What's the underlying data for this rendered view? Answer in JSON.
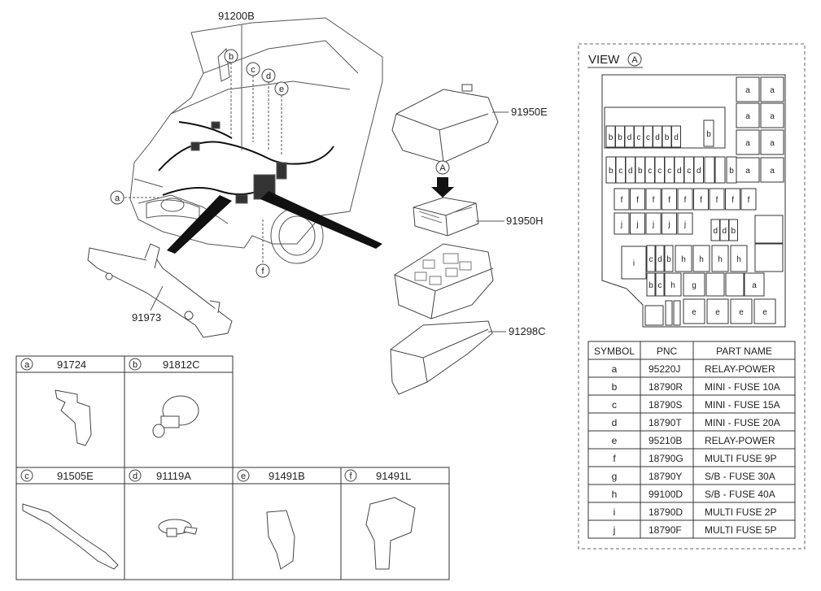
{
  "callouts": {
    "harness": "91200B",
    "cover": "91950E",
    "view_marker": "A",
    "relay_box": "91950H",
    "bracket": "91973",
    "lower_cover": "91298C"
  },
  "harness_letters": {
    "a": "a",
    "b": "b",
    "c": "c",
    "d": "d",
    "e": "e",
    "f": "f"
  },
  "parts_grid": [
    {
      "letter": "a",
      "pnc": "91724"
    },
    {
      "letter": "b",
      "pnc": "91812C"
    },
    {
      "letter": "c",
      "pnc": "91505E"
    },
    {
      "letter": "d",
      "pnc": "91119A"
    },
    {
      "letter": "e",
      "pnc": "91491B"
    },
    {
      "letter": "f",
      "pnc": "91491L"
    }
  ],
  "view": {
    "title": "VIEW",
    "marker": "A",
    "row1": [
      "b",
      "b",
      "d",
      "c",
      "c",
      "d",
      "b",
      "d"
    ],
    "row1_extra": "b",
    "row2": [
      "b",
      "c",
      "d",
      "b",
      "c",
      "c",
      "c",
      "d",
      "c",
      "d"
    ],
    "row2_extra": "b",
    "right_a": [
      "a",
      "a",
      "a",
      "a",
      "a",
      "a",
      "a",
      "a"
    ],
    "row_f": [
      "f",
      "f",
      "f",
      "f",
      "f",
      "f",
      "f",
      "f",
      "f"
    ],
    "row_j": [
      "j",
      "j",
      "j",
      "j",
      "j"
    ],
    "ddb": [
      "d",
      "d",
      "b"
    ],
    "row_i": "i",
    "row_cdbhhhh": [
      "c",
      "d",
      "b",
      "h",
      "h",
      "h",
      "h"
    ],
    "row_bchg": [
      "b",
      "c",
      "h",
      "g"
    ],
    "row_a_bottom": "a",
    "row_e": [
      "e",
      "e",
      "e",
      "e"
    ]
  },
  "legend": {
    "headers": [
      "SYMBOL",
      "PNC",
      "PART NAME"
    ],
    "rows": [
      [
        "a",
        "95220J",
        "RELAY-POWER"
      ],
      [
        "b",
        "18790R",
        "MINI - FUSE 10A"
      ],
      [
        "c",
        "18790S",
        "MINI - FUSE 15A"
      ],
      [
        "d",
        "18790T",
        "MINI - FUSE 20A"
      ],
      [
        "e",
        "95210B",
        "RELAY-POWER"
      ],
      [
        "f",
        "18790G",
        "MULTI FUSE 9P"
      ],
      [
        "g",
        "18790Y",
        "S/B - FUSE 30A"
      ],
      [
        "h",
        "99100D",
        "S/B - FUSE 40A"
      ],
      [
        "i",
        "18790D",
        "MULTI FUSE 2P"
      ],
      [
        "j",
        "18790F",
        "MULTI FUSE 5P"
      ]
    ]
  }
}
